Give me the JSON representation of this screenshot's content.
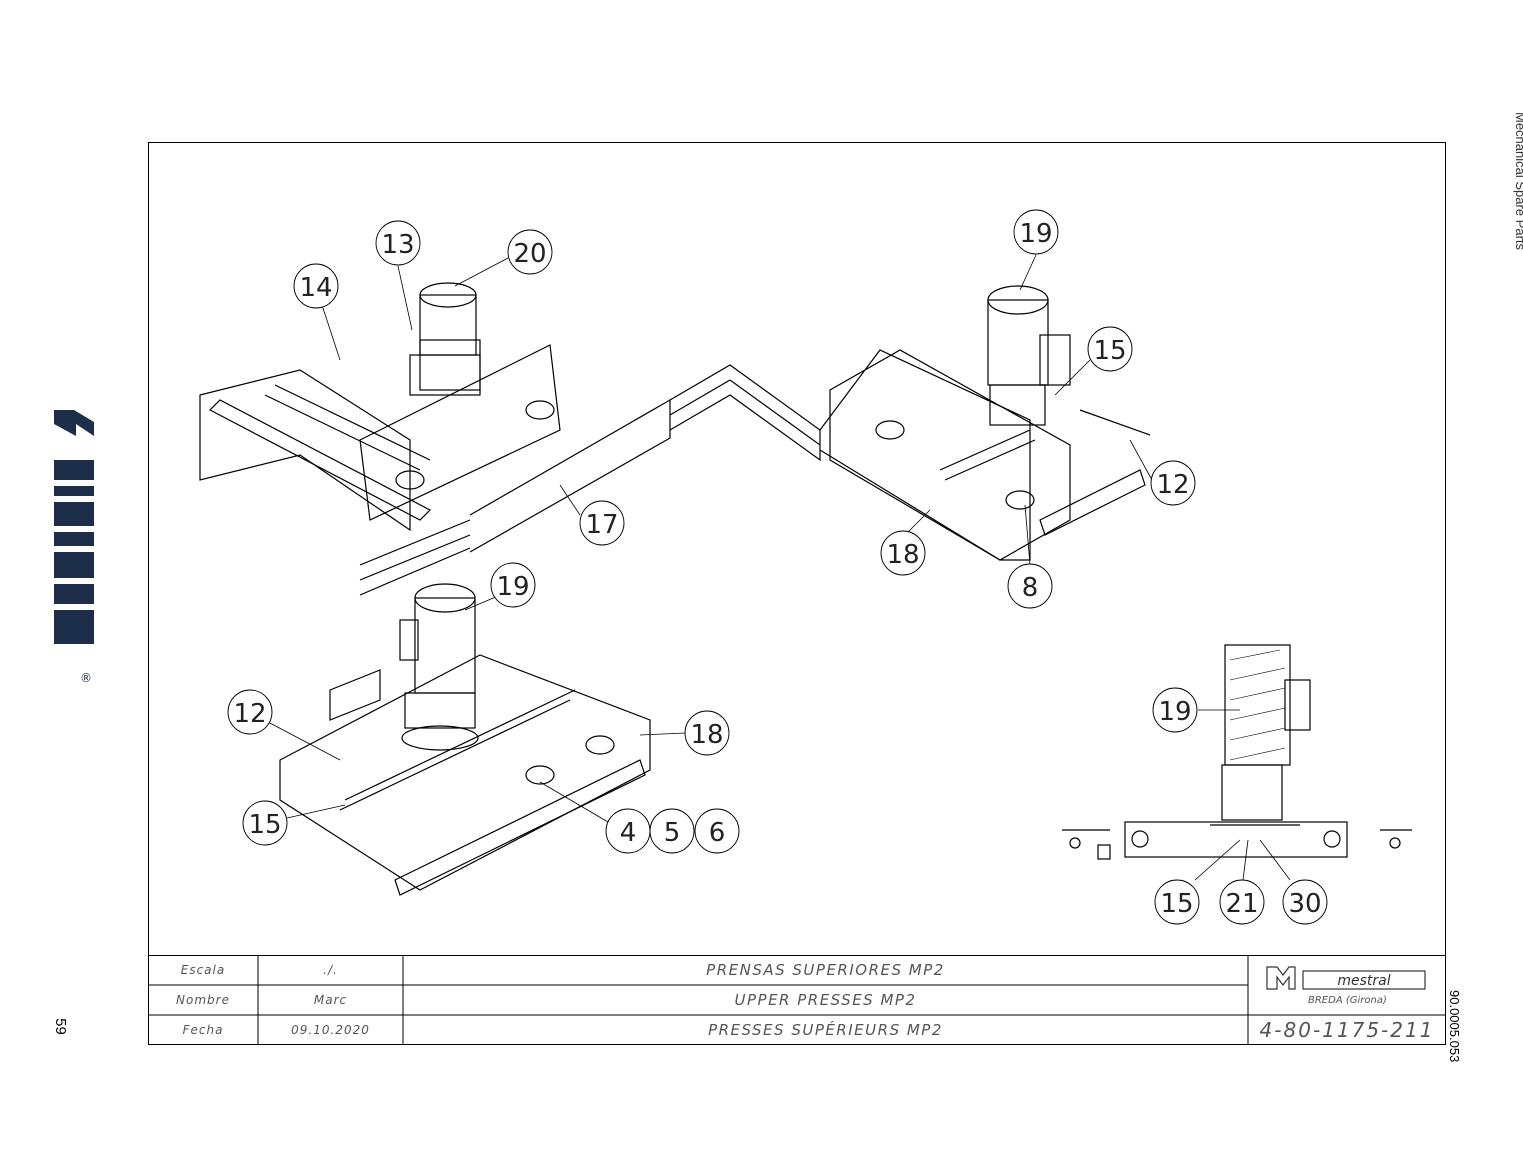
{
  "page": {
    "number": "59",
    "document_code": "90.0005.053",
    "side_title": "Mechanical Spare Parts"
  },
  "brand": {
    "name": "mestral",
    "registered_mark": "®"
  },
  "title_block": {
    "rows": [
      {
        "label": "Escala",
        "value": "./.",
        "title": "PRENSAS SUPERIORES MP2"
      },
      {
        "label": "Nombre",
        "value": "Marc",
        "title": "UPPER PRESSES MP2"
      },
      {
        "label": "Fecha",
        "value": "09.10.2020",
        "title": "PRESSES SUPÉRIEURS MP2"
      }
    ],
    "company_logo_text": "mestral",
    "company_location": "BREDA (Girona)",
    "drawing_number": "4-80-1175-211"
  },
  "callouts": {
    "c13": "13",
    "c20": "20",
    "c14": "14",
    "c19a": "19",
    "c15a": "15",
    "c12a": "12",
    "c17": "17",
    "c18a": "18",
    "c8": "8",
    "c19b": "19",
    "c12b": "12",
    "c18b": "18",
    "c15b": "15",
    "c4": "4",
    "c5": "5",
    "c6": "6",
    "c19c": "19",
    "c15c": "15",
    "c21": "21",
    "c30": "30"
  }
}
